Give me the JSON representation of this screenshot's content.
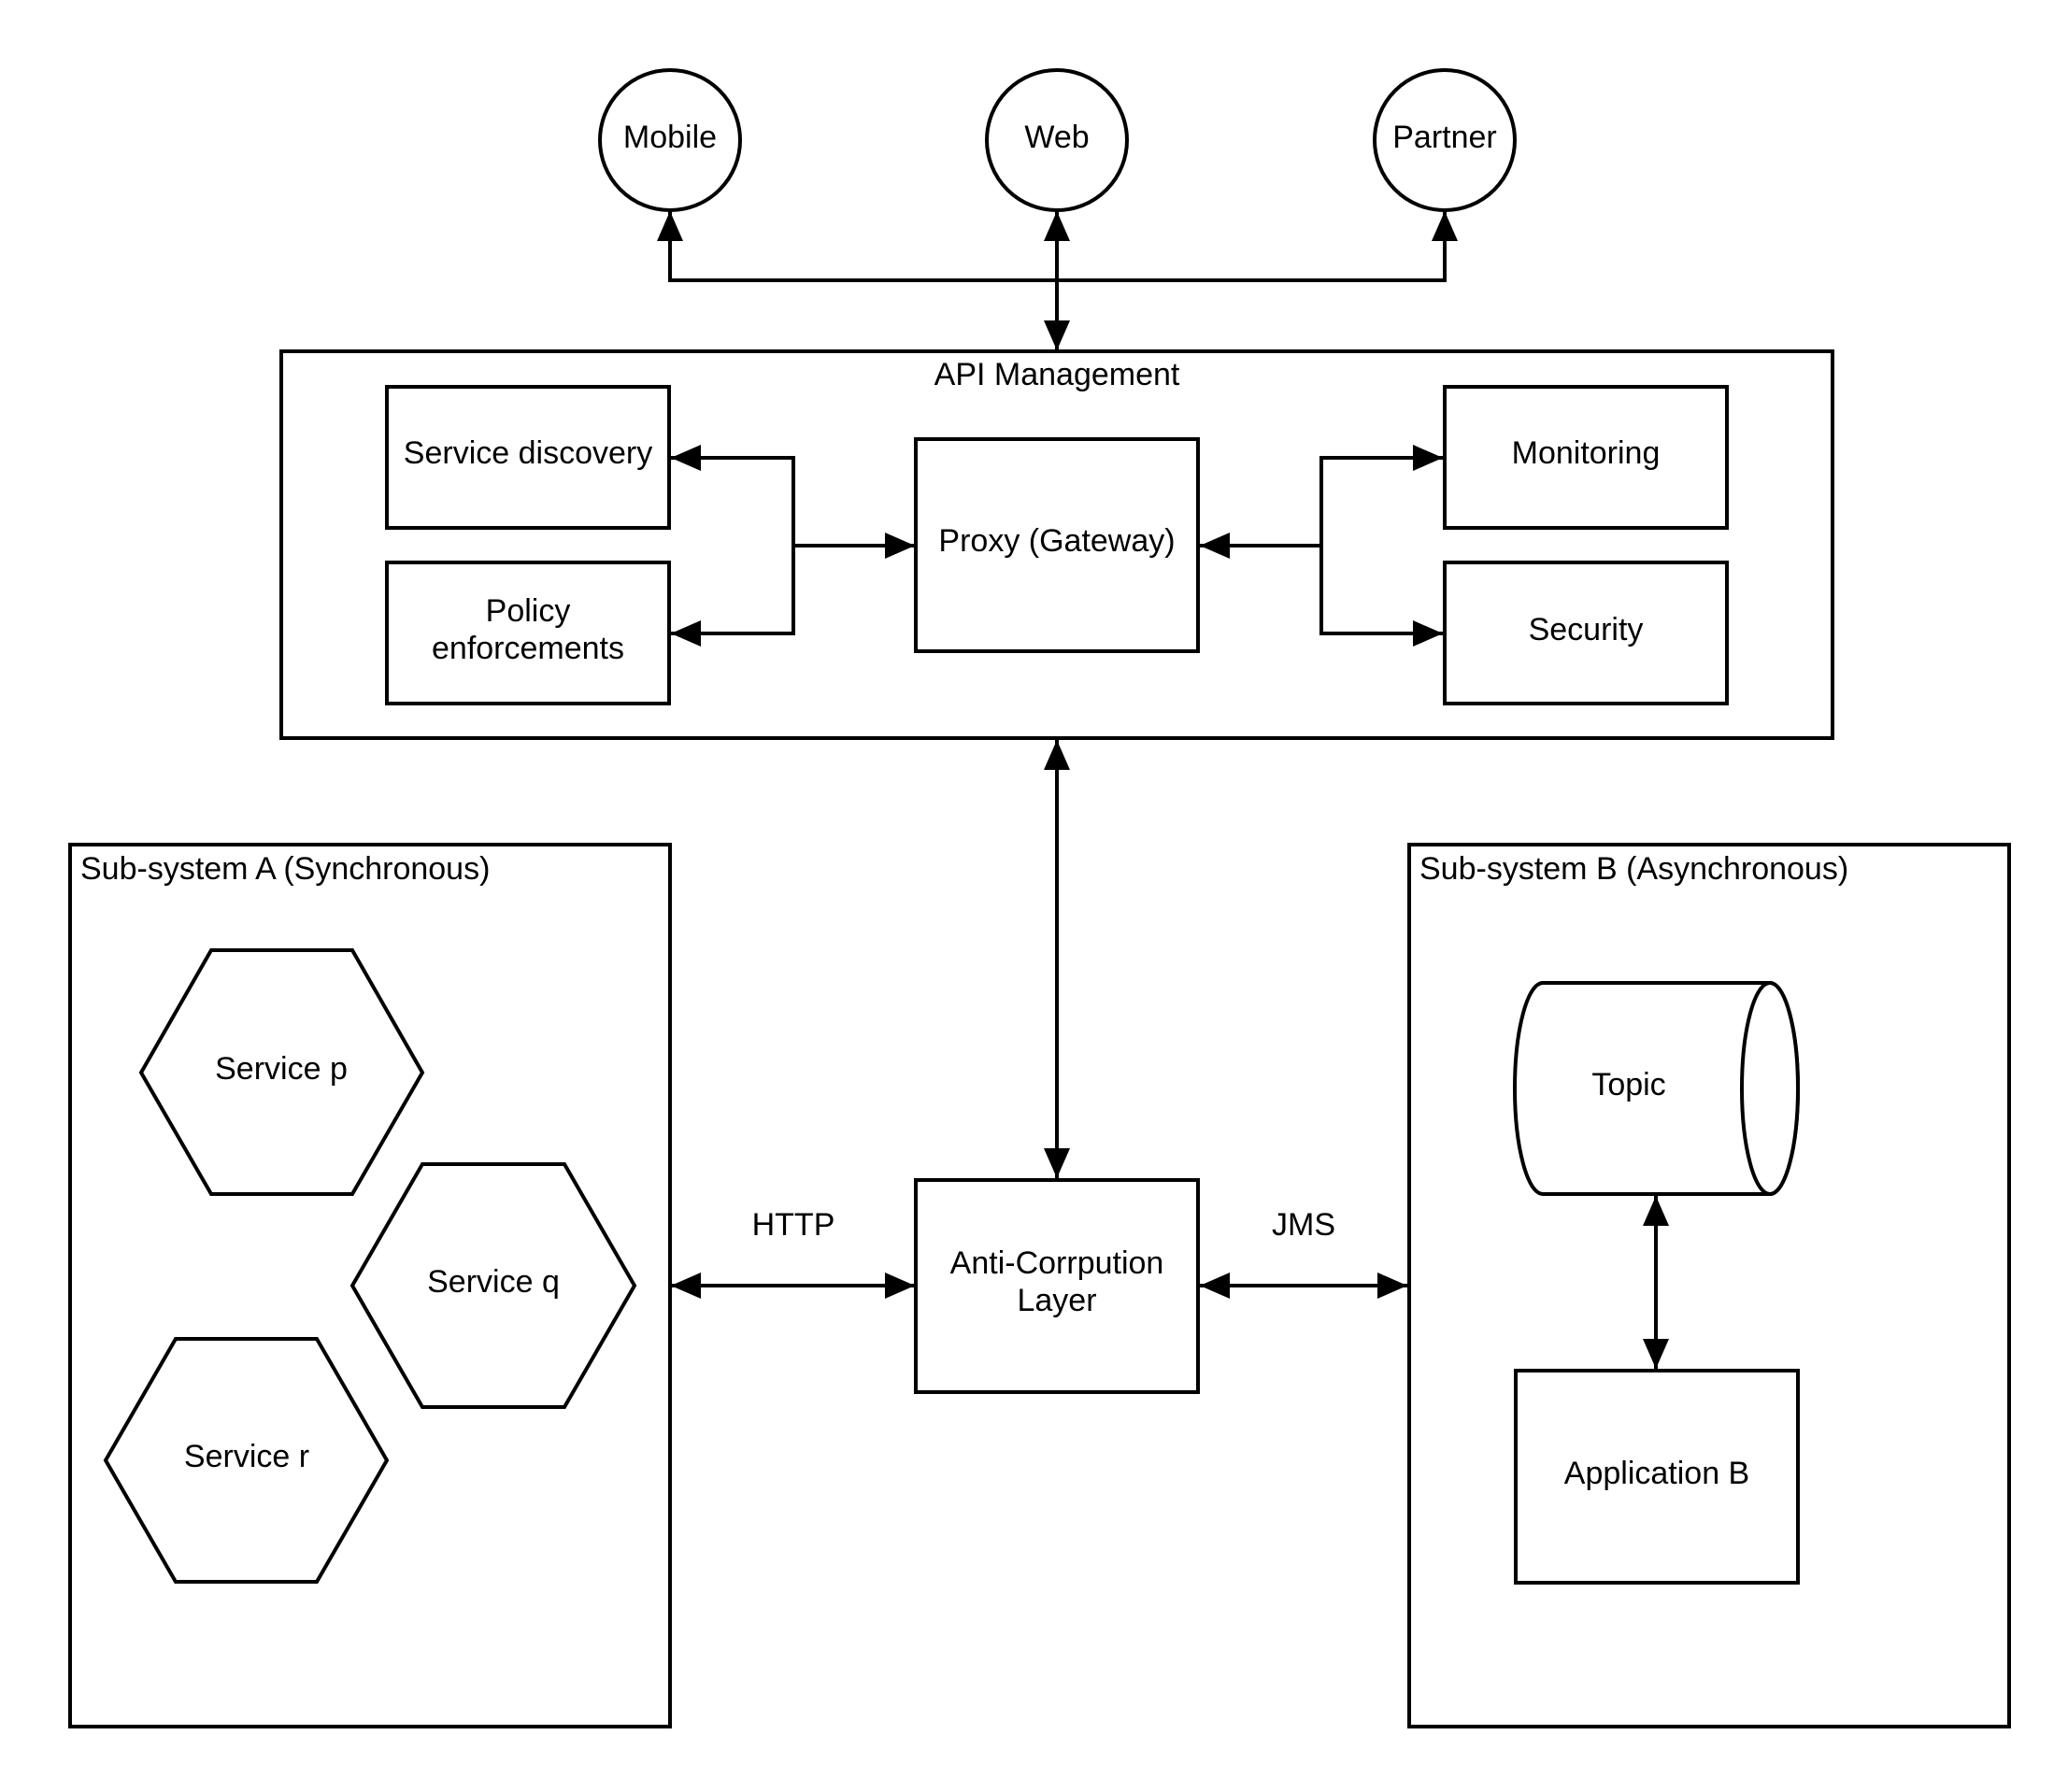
{
  "clients": {
    "mobile": "Mobile",
    "web": "Web",
    "partner": "Partner"
  },
  "api_management": {
    "title": "API Management",
    "service_discovery": "Service discovery",
    "policy_line1": "Policy",
    "policy_line2": "enforcements",
    "proxy": "Proxy (Gateway)",
    "monitoring": "Monitoring",
    "security": "Security"
  },
  "subsystem_a": {
    "title": "Sub-system A (Synchronous)",
    "service_p": "Service p",
    "service_q": "Service q",
    "service_r": "Service r"
  },
  "subsystem_b": {
    "title": "Sub-system B (Asynchronous)",
    "topic": "Topic",
    "application": "Application B"
  },
  "acl": {
    "line1": "Anti-Corrpution",
    "line2": "Layer"
  },
  "protocols": {
    "http": "HTTP",
    "jms": "JMS"
  },
  "colors": {
    "stroke": "#000000",
    "background": "#ffffff"
  }
}
